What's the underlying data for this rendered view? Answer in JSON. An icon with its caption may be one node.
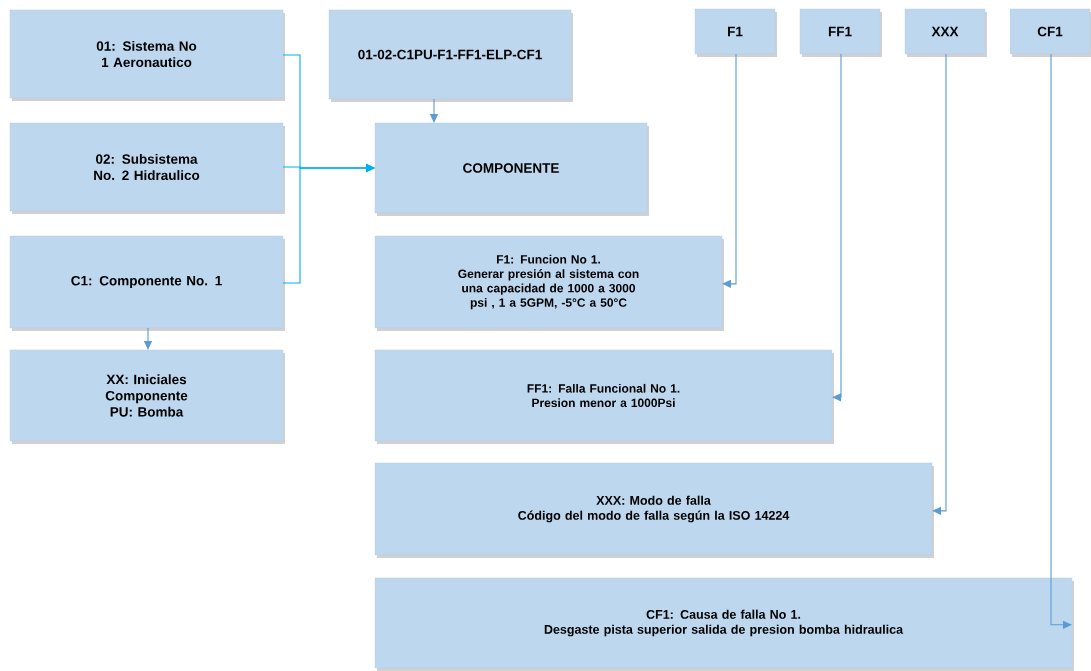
{
  "diagram": {
    "nodes": [
      {
        "text": [
          "01: Sistema No 1 Aeronautico"
        ]
      },
      {
        "text": [
          "01-02-C1PU-F1-FF1-ELP-CF1"
        ]
      },
      {
        "text": [
          "F1"
        ]
      },
      {
        "text": [
          "FF1"
        ]
      },
      {
        "text": [
          "XXX"
        ]
      },
      {
        "text": [
          "CF1"
        ]
      },
      {
        "text": [
          "02: Subsistema No. 2 Hidraulico"
        ]
      },
      {
        "text": [
          "COMPONENTE"
        ]
      },
      {
        "text": [
          "C1: Componente No. 1"
        ]
      },
      {
        "text": [
          "F1: Funcion No 1.",
          "Generar presión al sistema con una capacidad de 1000 a 3000 psi , 1 a 5GPM, -5°C a 50°C"
        ]
      },
      {
        "text": [
          "XX: Iniciales Componente PU: Bomba"
        ]
      },
      {
        "text": [
          "FF1: Falla Funcional No 1.",
          "Presion menor a 1000Psi"
        ]
      },
      {
        "text": [
          "XXX: Modo de falla",
          "Código del modo de falla según la ISO 14224"
        ]
      },
      {
        "text": [
          "CF1: Causa de falla No 1.",
          "Desgaste pista superior salida de presion bomba hidraulica"
        ]
      }
    ],
    "edges": [
      {
        "from": 0,
        "to": 7,
        "arrow": "to",
        "color": "#00b0f0"
      },
      {
        "from": 6,
        "to": 7,
        "arrow": "to",
        "color": "#00b0f0"
      },
      {
        "from": 8,
        "to": 7,
        "arrow": "to",
        "color": "#00b0f0"
      },
      {
        "from": 1,
        "to": 7,
        "arrow": "to"
      },
      {
        "from": 8,
        "to": 10,
        "arrow": "to"
      },
      {
        "from": 2,
        "to": 9,
        "arrow": "to"
      },
      {
        "from": 3,
        "to": 11,
        "arrow": "to"
      },
      {
        "from": 4,
        "to": 12,
        "arrow": "to"
      },
      {
        "from": 5,
        "to": 13,
        "arrow": "to"
      }
    ]
  }
}
